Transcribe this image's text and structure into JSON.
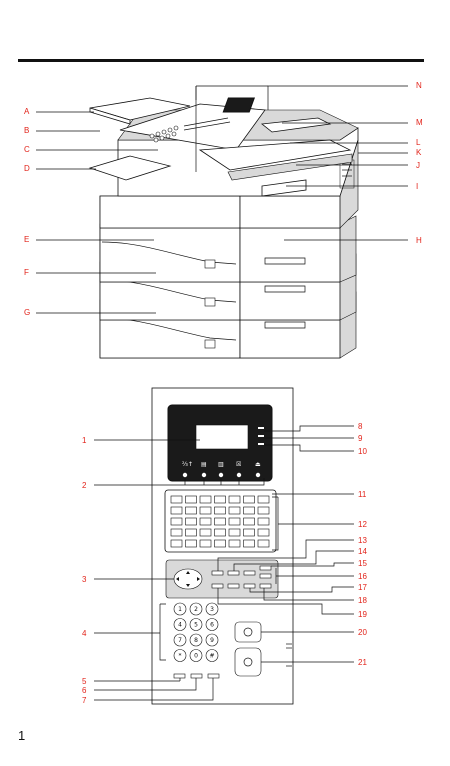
{
  "page_number": "1",
  "device_callouts": [
    "N",
    "M",
    "L",
    "K",
    "J",
    "I",
    "H",
    "A",
    "B",
    "C",
    "D",
    "E",
    "F",
    "G"
  ],
  "panel_callouts": [
    "1",
    "2",
    "3",
    "4",
    "5",
    "6",
    "7",
    "8",
    "9",
    "10",
    "11",
    "12",
    "13",
    "14",
    "15",
    "16",
    "17",
    "18",
    "19",
    "20",
    "21"
  ],
  "numeric_keys": [
    "1",
    "2",
    "3",
    "4",
    "5",
    "6",
    "7",
    "8",
    "9",
    "*",
    "0",
    "#"
  ],
  "function_key_labels": [
    "⅔↑",
    "▤",
    "▥",
    "☒",
    "⏏"
  ],
  "colors": {
    "callout": "#e2231a",
    "line": "#111111",
    "lcd": "#1a1a1a"
  }
}
